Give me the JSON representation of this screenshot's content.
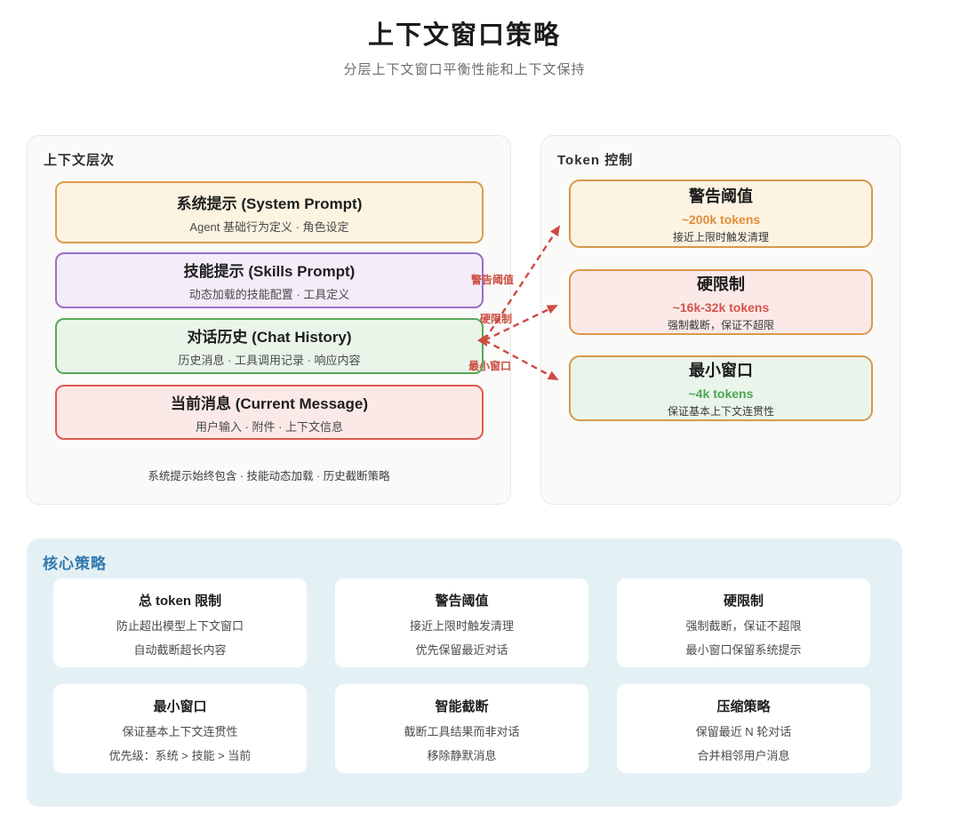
{
  "page": {
    "title": "上下文窗口策略",
    "subtitle": "分层上下文窗口平衡性能和上下文保持"
  },
  "context_layers": {
    "heading": "上下文层次",
    "layers": [
      {
        "title": "系统提示 (System Prompt)",
        "subtitle": "Agent 基础行为定义 · 角色设定",
        "border_color": "#dd9c4f",
        "bg_color": "#fcf4e1"
      },
      {
        "title": "技能提示 (Skills Prompt)",
        "subtitle": "动态加载的技能配置 · 工具定义",
        "border_color": "#9a70c8",
        "bg_color": "#f3ecf9"
      },
      {
        "title": "对话历史 (Chat History)",
        "subtitle": "历史消息 · 工具调用记录 · 响应内容",
        "border_color": "#58a85b",
        "bg_color": "#e9f5e9"
      },
      {
        "title": "当前消息 (Current Message)",
        "subtitle": "用户输入 · 附件 · 上下文信息",
        "border_color": "#dc5a50",
        "bg_color": "#fbe9e7"
      }
    ],
    "footnote": "系统提示始终包含 · 技能动态加载 · 历史截断策略"
  },
  "token_control": {
    "heading": "Token 控制",
    "border_color": "#d6994c",
    "boxes": [
      {
        "title": "警告阈值",
        "value": "~200k tokens",
        "desc": "接近上限时触发清理",
        "value_color": "#df8e3b",
        "bg_color": "#fcf3e1"
      },
      {
        "title": "硬限制",
        "value": "~16k-32k tokens",
        "desc": "强制截断，保证不超限",
        "value_color": "#d4544a",
        "bg_color": "#fbe9e8"
      },
      {
        "title": "最小窗口",
        "value": "~4k tokens",
        "desc": "保证基本上下文连贯性",
        "value_color": "#4fa655",
        "bg_color": "#e9f5ea"
      }
    ]
  },
  "arrows": {
    "color": "#cd4b41",
    "labels": [
      {
        "text": "警告阈值"
      },
      {
        "text": "硬限制"
      },
      {
        "text": "最小窗口"
      }
    ]
  },
  "core_strategy": {
    "heading": "核心策略",
    "heading_color": "#3279ae",
    "cards": [
      {
        "title": "总 token 限制",
        "line1": "防止超出模型上下文窗口",
        "line2": "自动截断超长内容"
      },
      {
        "title": "警告阈值",
        "line1": "接近上限时触发清理",
        "line2": "优先保留最近对话"
      },
      {
        "title": "硬限制",
        "line1": "强制截断，保证不超限",
        "line2": "最小窗口保留系统提示"
      },
      {
        "title": "最小窗口",
        "line1": "保证基本上下文连贯性",
        "line2": "优先级：系统 > 技能 > 当前"
      },
      {
        "title": "智能截断",
        "line1": "截断工具结果而非对话",
        "line2": "移除静默消息"
      },
      {
        "title": "压缩策略",
        "line1": "保留最近 N 轮对话",
        "line2": "合并相邻用户消息"
      }
    ]
  }
}
